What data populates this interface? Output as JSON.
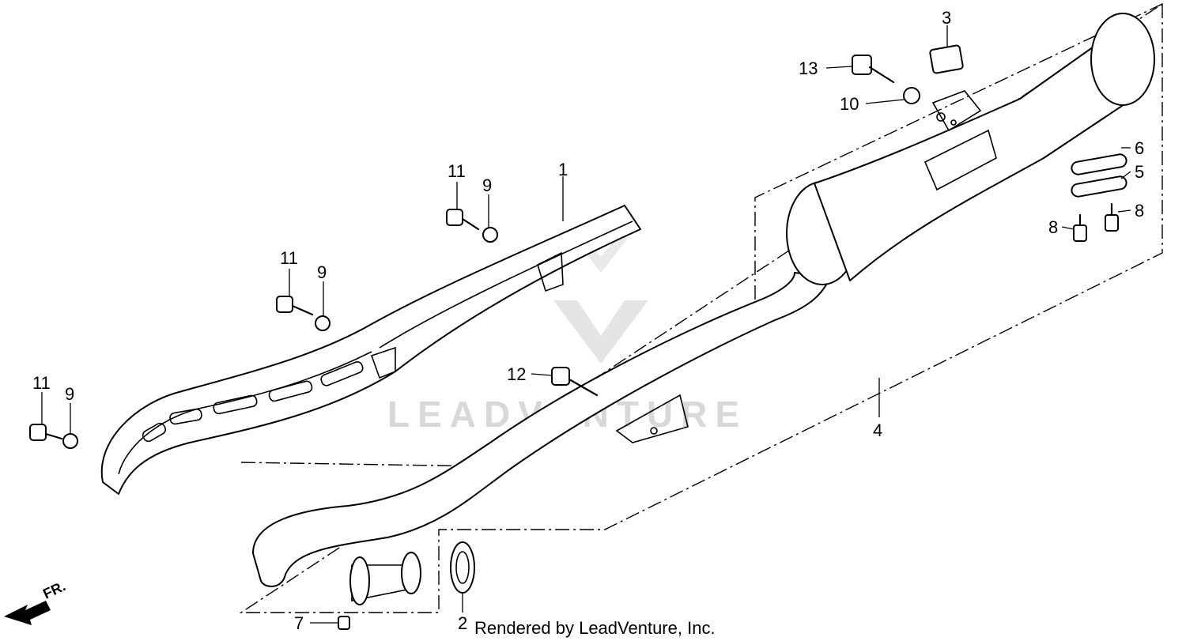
{
  "watermark": {
    "brand": "LEADVENTURE"
  },
  "credit": "Rendered by LeadVenture, Inc.",
  "direction_marker": {
    "label": "FR.",
    "icon": "arrow-front-icon"
  },
  "callouts": {
    "c1": "1",
    "c2": "2",
    "c3": "3",
    "c4": "4",
    "c5": "5",
    "c6": "6",
    "c7": "7",
    "c8a": "8",
    "c8b": "8",
    "c9a": "9",
    "c9b": "9",
    "c9c": "9",
    "c10": "10",
    "c11a": "11",
    "c11b": "11",
    "c11c": "11",
    "c12": "12",
    "c13": "13"
  }
}
